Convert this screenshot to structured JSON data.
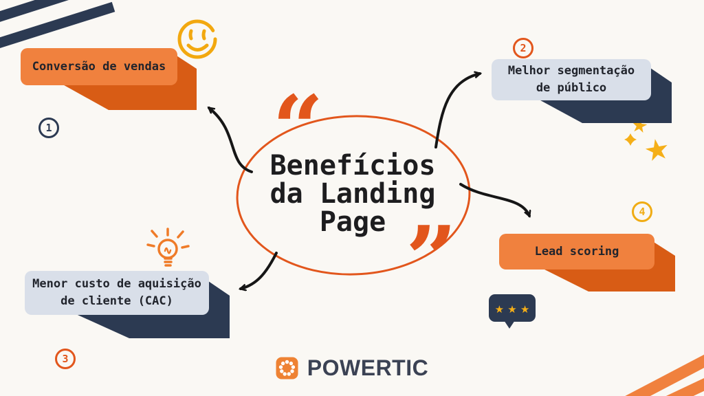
{
  "title": {
    "lines": [
      "Benefícios",
      "da Landing",
      "Page"
    ]
  },
  "quotes": {
    "open": "“",
    "close": "”"
  },
  "nodes": [
    {
      "number": "1",
      "label": "Conversão de vendas",
      "style": "orange"
    },
    {
      "number": "2",
      "label": "Melhor segmentação de público",
      "style": "light"
    },
    {
      "number": "3",
      "label": "Menor custo de aquisição de cliente (CAC)",
      "style": "light"
    },
    {
      "number": "4",
      "label": "Lead scoring",
      "style": "orange"
    }
  ],
  "decorations": {
    "star": "★",
    "bubble_stars": "★ ★ ★",
    "icon_names": [
      "smiley-icon",
      "lightbulb-icon",
      "stars-cluster-icon",
      "chat-bubble-stars-icon",
      "corner-stripes"
    ]
  },
  "logo": {
    "name": "POWERTIC"
  },
  "colors": {
    "background": "#faf8f4",
    "accent_orange": "#e2561c",
    "box_orange": "#f0813e",
    "box_orange_shadow": "#d85c15",
    "navy": "#2c3a52",
    "light_box": "#d9dfe9",
    "yellow": "#f5af18",
    "logo_orange": "#ee8233",
    "arrow_black": "#161616",
    "text_dark": "#21242c"
  }
}
